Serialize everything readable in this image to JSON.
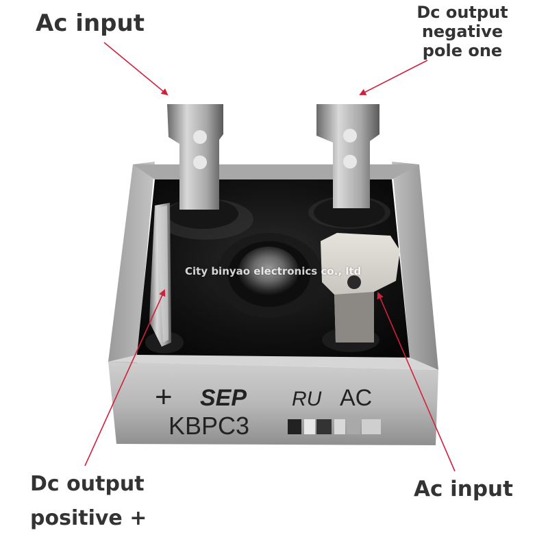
{
  "labels": {
    "top_left": "Ac input",
    "top_right": [
      "Dc output",
      "negative",
      "pole one"
    ],
    "bottom_left": [
      "Dc output",
      "positive +"
    ],
    "bottom_right": "Ac input"
  },
  "watermark": "City binyao electronics co., ltd",
  "component_markings": {
    "symbol": "+",
    "brand": "SEP",
    "cert": "RU",
    "ac": "AC",
    "part": "KBPC3"
  },
  "colors": {
    "arrow": "#d0203a",
    "label_text": "#333333",
    "housing": "#b9b9b9",
    "epoxy": "#101010"
  }
}
